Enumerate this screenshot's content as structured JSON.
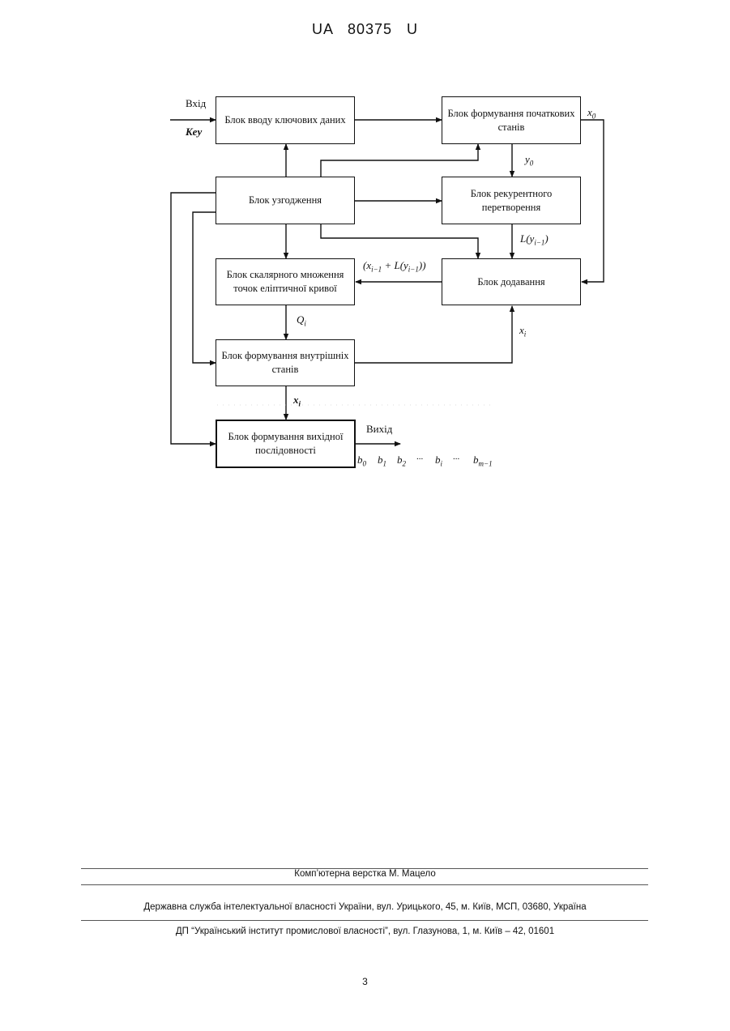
{
  "header": {
    "patent_number": "UA   80375   U"
  },
  "blocks": {
    "key_input": "Блок вводу ключових даних",
    "initial_states": "Блок формування початкових станів",
    "coordination": "Блок узгодження",
    "recurrent": "Блок рекурентного перетворення",
    "scalar_mult": "Блок скалярного множення точок еліптичної кривої",
    "addition": "Блок додавання",
    "internal_states": "Блок формування внутрішніх станів",
    "output_sequence": "Блок формування вихідної послідовності"
  },
  "labels": {
    "input": "Вхід",
    "key": "Key",
    "x0": "x",
    "x0_sub": "0",
    "y0": "y",
    "y0_sub": "0",
    "L_label": "L(y",
    "L_sub": "i−1",
    "L_close": ")",
    "sum_open": "(x",
    "sum_sub1": "i−1",
    "sum_mid": " + L(y",
    "sum_sub2": "i−1",
    "sum_close": "))",
    "Qi": "Q",
    "Qi_sub": "i",
    "xi_right": "x",
    "xi_right_sub": "i",
    "xi_down": "x",
    "xi_down_sub": "i",
    "output": "Вихід",
    "b0": "b",
    "b0_sub": "0",
    "b1": "b",
    "b1_sub": "1",
    "b2": "b",
    "b2_sub": "2",
    "dots1": "...",
    "bi": "b",
    "bi_sub": "i",
    "dots2": "...",
    "bm": "b",
    "bm_sub": "m−1"
  },
  "footer": {
    "layout": "Комп’ютерна верстка М. Мацело",
    "agency": "Державна служба інтелектуальної власності України, вул. Урицького, 45, м. Київ, МСП, 03680, Україна",
    "institute": "ДП “Український інститут промислової власності”, вул. Глазунова, 1, м. Київ – 42, 01601",
    "page": "3"
  }
}
